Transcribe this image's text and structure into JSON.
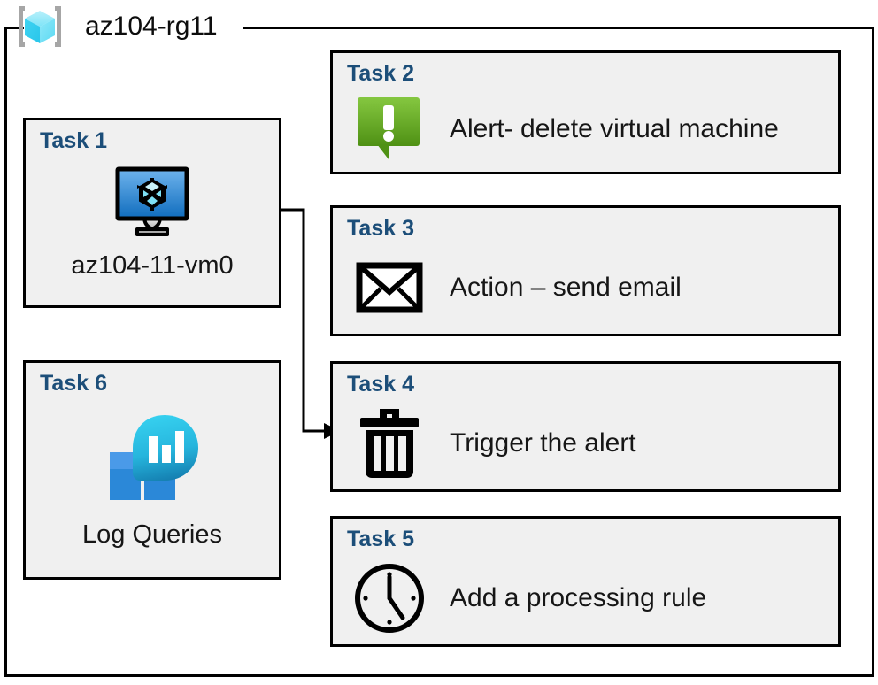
{
  "diagram": {
    "resource_group": {
      "name": "az104-rg11",
      "icon": "azure-resource-group-icon"
    },
    "cards": [
      {
        "id": "task1",
        "title": "Task 1",
        "label": "az104-11-vm0",
        "icon": "virtual-machine-icon",
        "column": "left"
      },
      {
        "id": "task2",
        "title": "Task 2",
        "label": "Alert- delete virtual machine",
        "icon": "alert-exclamation-icon",
        "column": "right"
      },
      {
        "id": "task3",
        "title": "Task 3",
        "label": "Action – send email",
        "icon": "envelope-icon",
        "column": "right"
      },
      {
        "id": "task4",
        "title": "Task 4",
        "label": "Trigger the alert",
        "icon": "trash-can-icon",
        "column": "right"
      },
      {
        "id": "task5",
        "title": "Task 5",
        "label": "Add a processing rule",
        "icon": "clock-icon",
        "column": "right"
      },
      {
        "id": "task6",
        "title": "Task 6",
        "label": "Log Queries",
        "icon": "log-analytics-icon",
        "column": "left"
      }
    ],
    "connector": {
      "from": "task1",
      "to": "task4",
      "style": "elbow-arrow"
    },
    "colors": {
      "card_background": "#f0f0f0",
      "card_border": "#000000",
      "title_text": "#1c4e79",
      "label_text": "#161616",
      "alert_green_light": "#7ac143",
      "alert_green_dark": "#54941f",
      "vm_blue_light": "#5fa8e8",
      "vm_blue_dark": "#0f6cbd",
      "log_cyan": "#2fc6e8",
      "log_teal": "#1789b8",
      "log_blue_light": "#4a9ae8",
      "log_blue_dark": "#2b88d8",
      "rg_cube_cyan": "#5fd9f5",
      "rg_bracket_gray": "#a6a6a6"
    }
  }
}
